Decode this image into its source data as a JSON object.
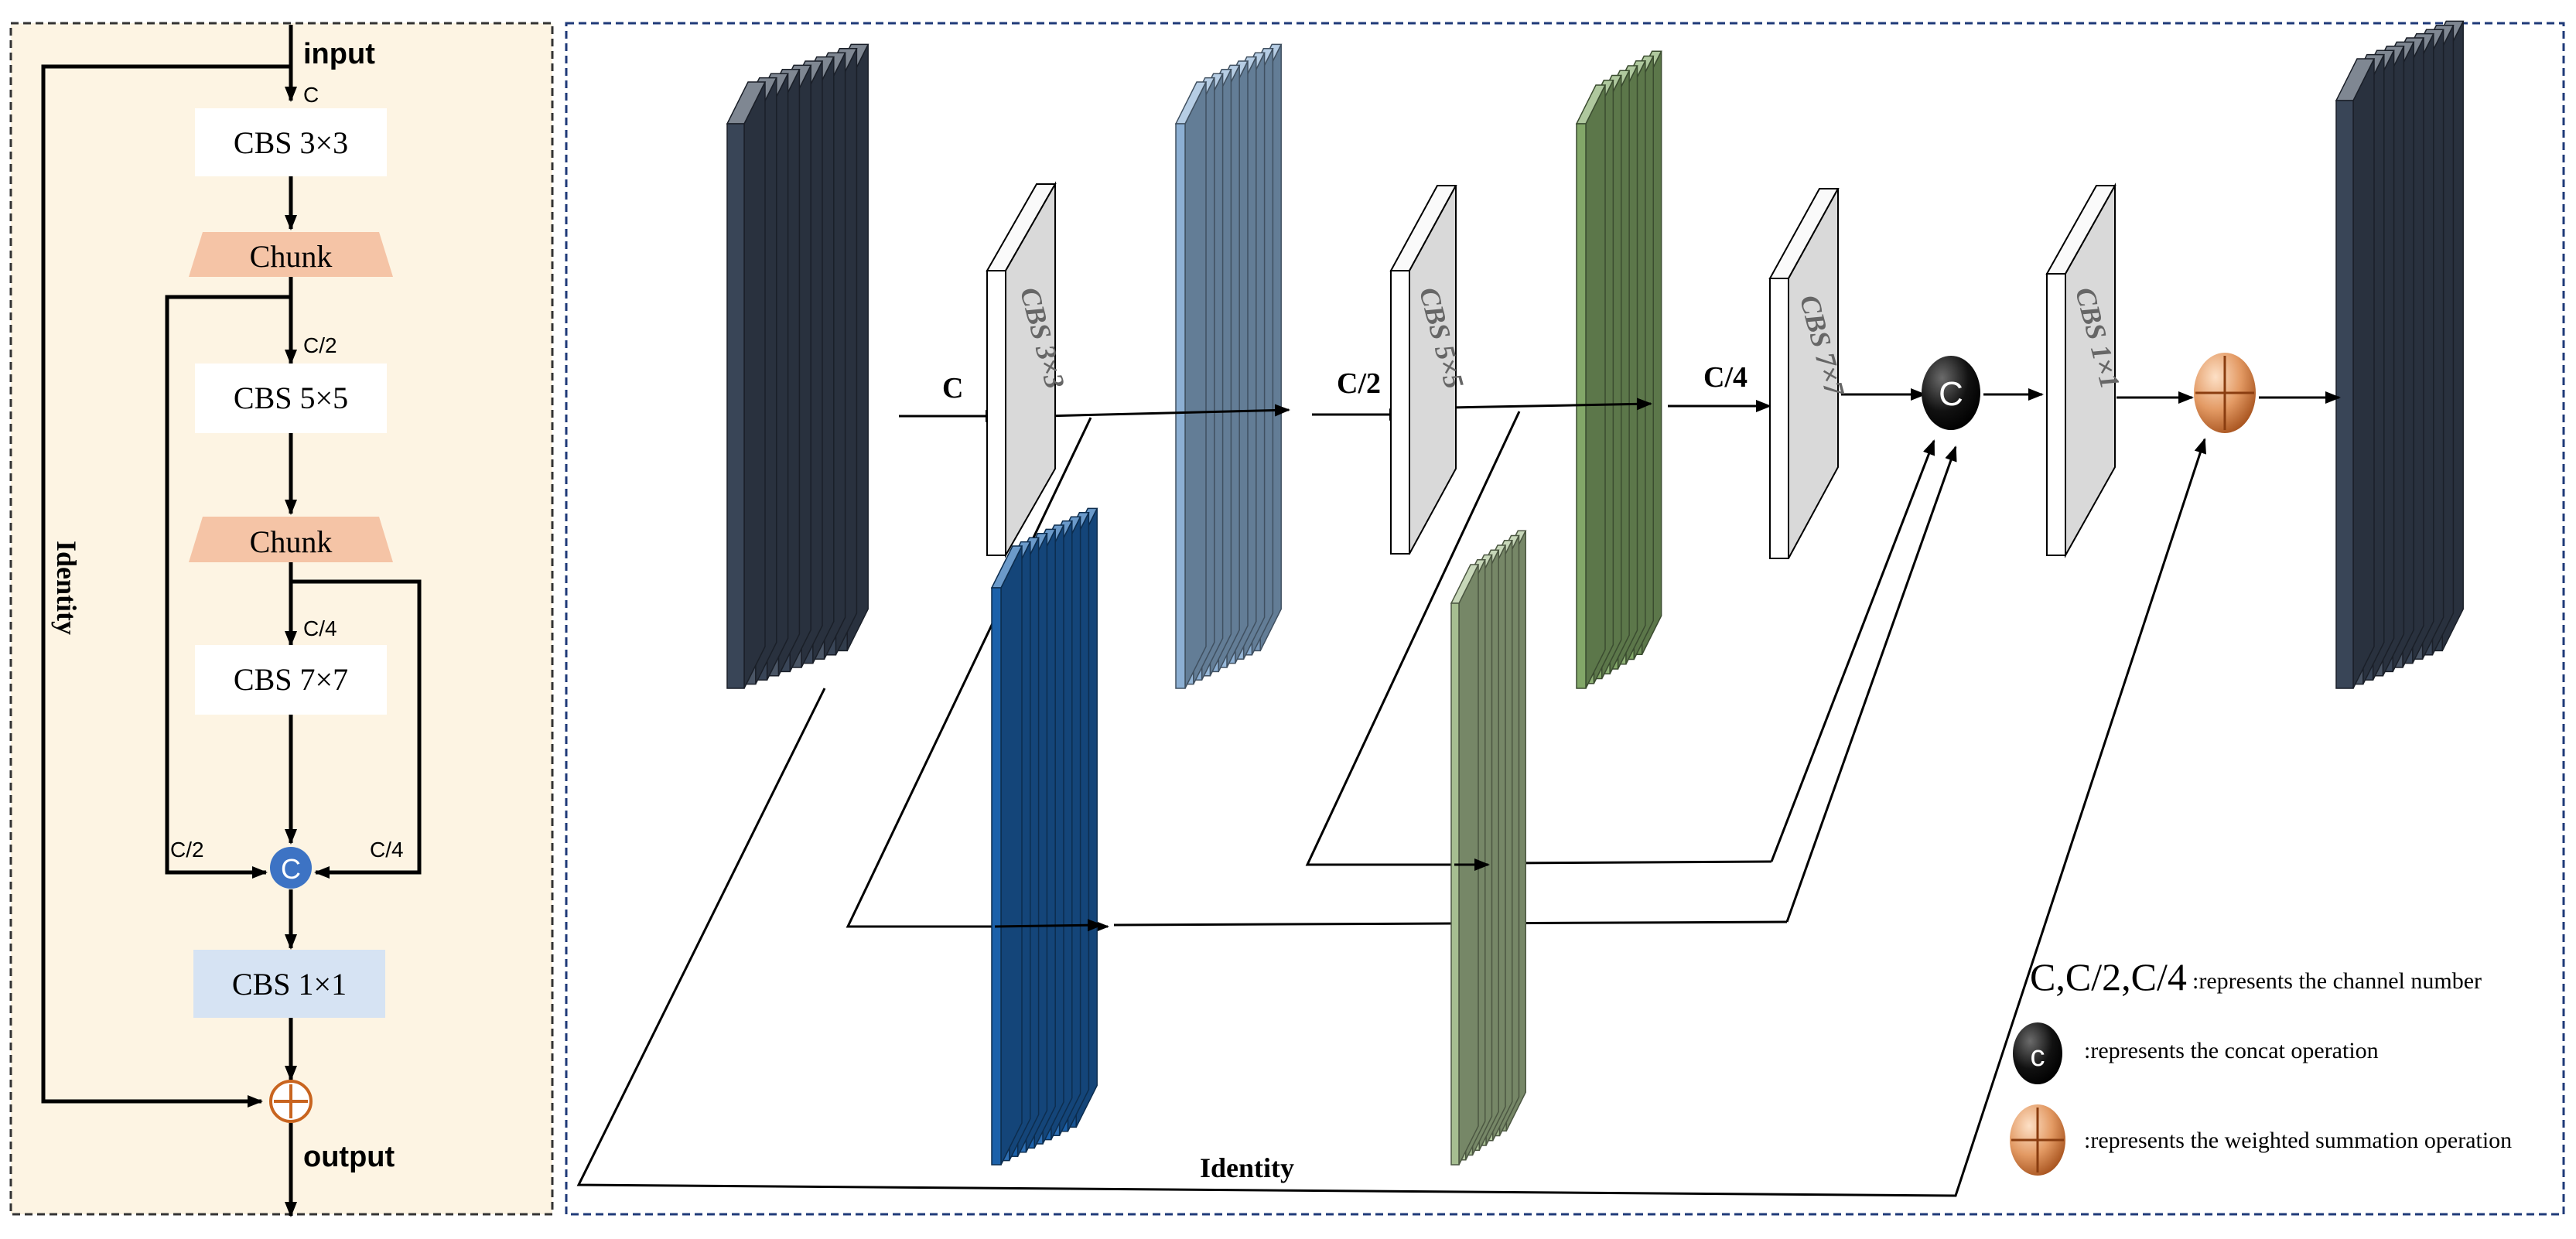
{
  "flowchart": {
    "input_label": "input",
    "output_label": "output",
    "identity_label": "Identity",
    "channel_c": "C",
    "channel_c2": "C/2",
    "channel_c4": "C/4",
    "branch_c2": "C/2",
    "branch_c4": "C/4",
    "concat_symbol": "C",
    "block1": "CBS 3×3",
    "chunk1": "Chunk",
    "block2": "CBS 5×5",
    "chunk2": "Chunk",
    "block3": "CBS 7×7",
    "block4": "CBS 1×1"
  },
  "architecture": {
    "conv1": "CBS 3×3",
    "conv2": "CBS 5×5",
    "conv3": "CBS 7×7",
    "conv4": "CBS 1×1",
    "label_c": "C",
    "label_c2": "C/2",
    "label_c4": "C/4",
    "concat_symbol": "C",
    "identity_label": "Identity"
  },
  "legend": {
    "channel_term": "C,C/2,C/4",
    "channel_desc": ":represents the channel number",
    "concat_symbol": "c",
    "concat_desc": ":represents the concat operation",
    "sum_desc": ":represents the weighted summation operation"
  },
  "colors": {
    "left_panel_bg": "#fdf4e3",
    "dark_stack": "#3a4658",
    "light_blue_stack": "#8eb2d6",
    "green_stack": "#84aa6a",
    "blue_stack": "#1c63ad",
    "pale_green_stack": "#a9c193",
    "chunk_fill": "#f5c4a6",
    "concat_left": "#3d73c4",
    "sum_ring": "#c8641f",
    "cbs1x1_fill": "#d6e3f3"
  }
}
